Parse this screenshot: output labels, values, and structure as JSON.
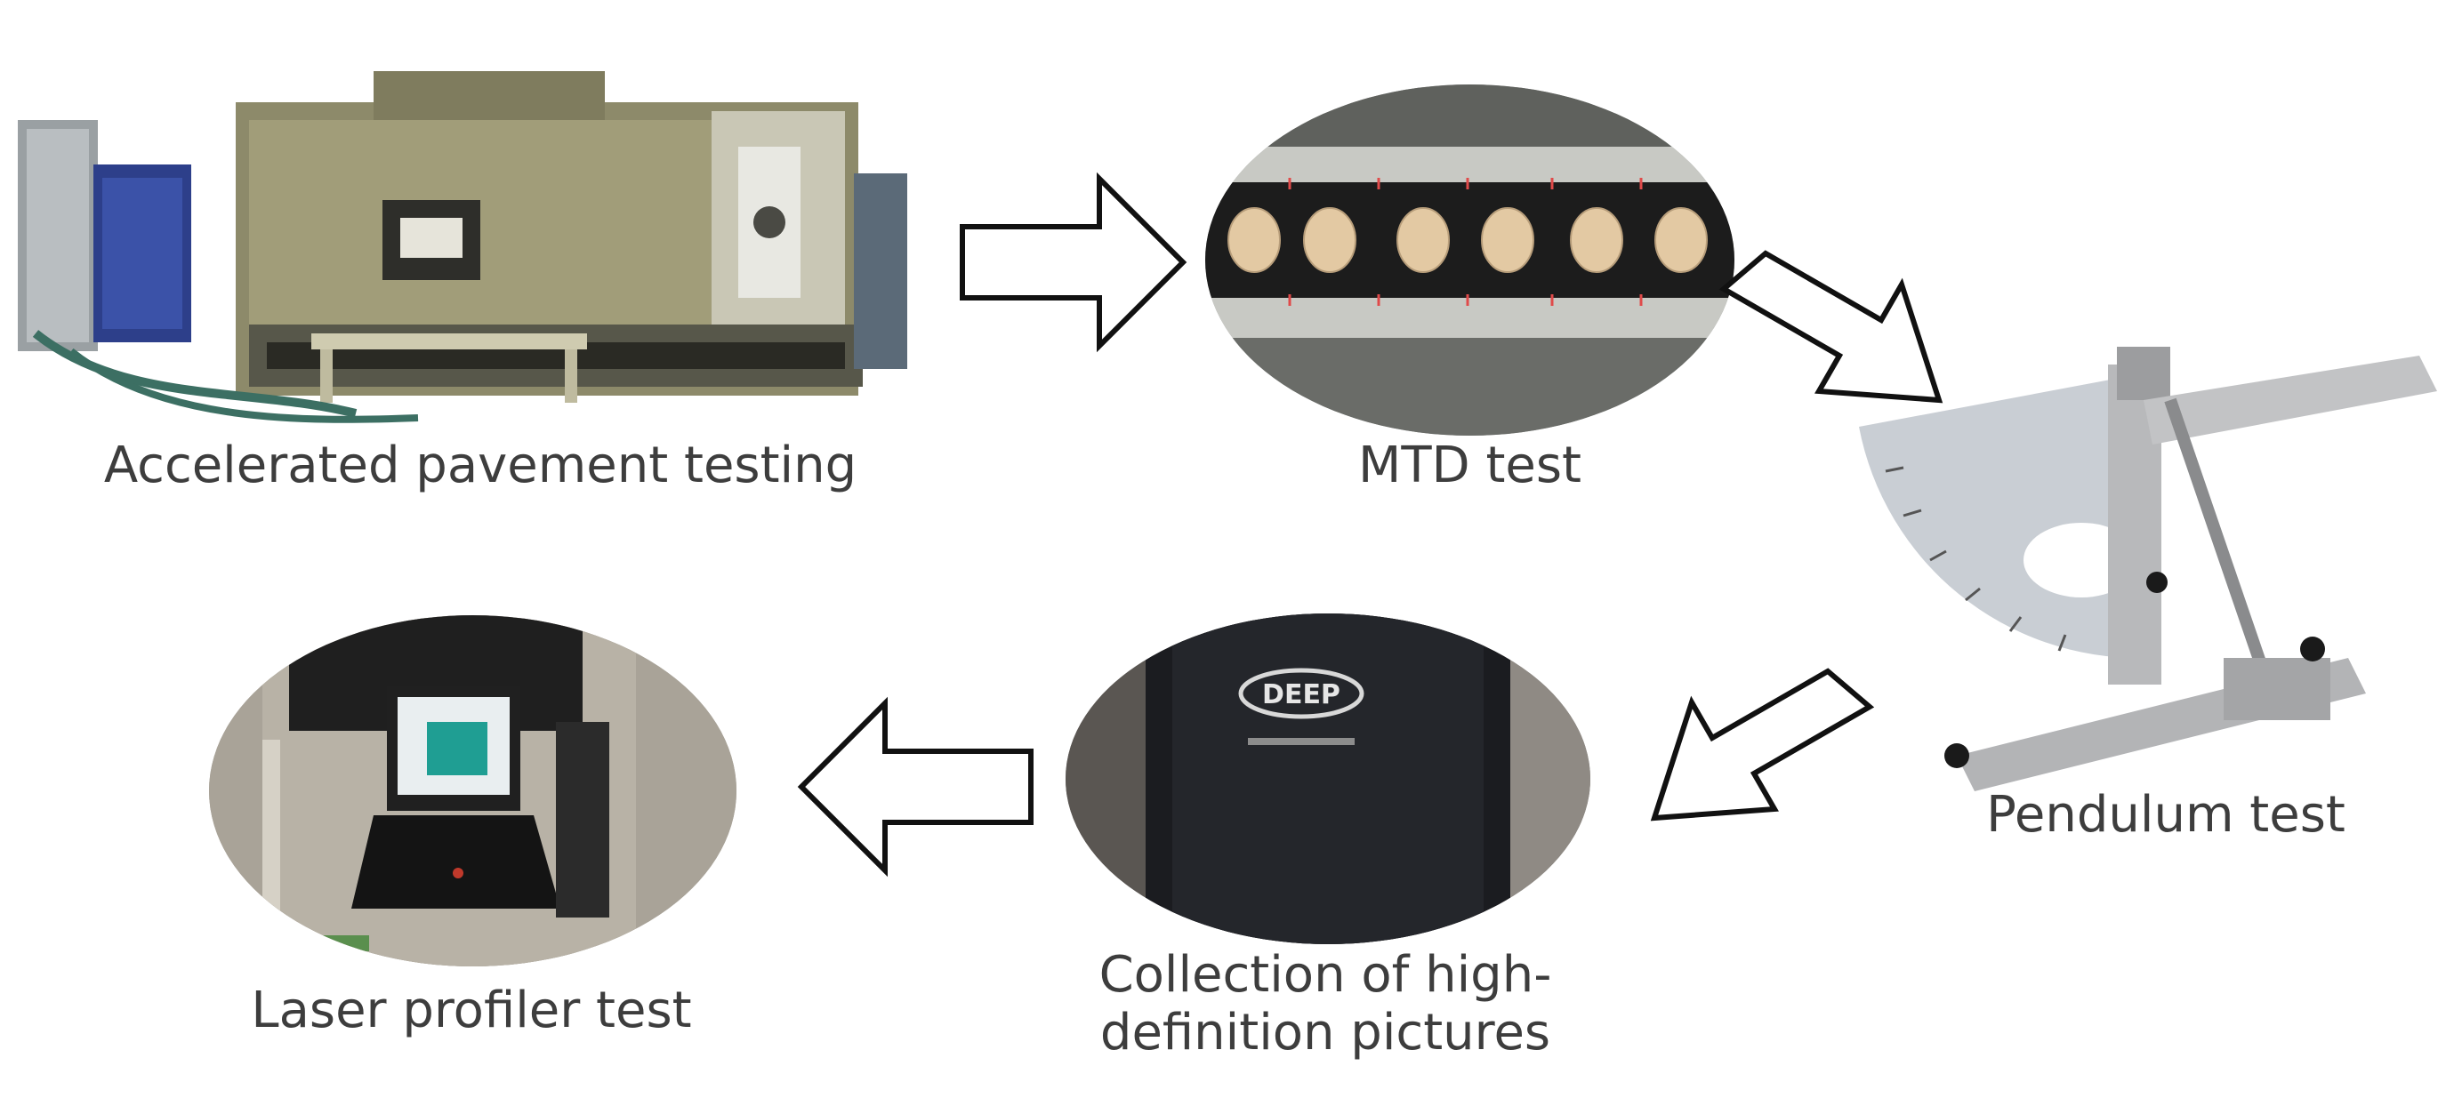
{
  "steps": {
    "apt": {
      "label": "Accelerated pavement testing"
    },
    "mtd": {
      "label": "MTD test"
    },
    "pendulum": {
      "label": "Pendulum test"
    },
    "pictures": {
      "label_line1": "Collection of high-",
      "label_line2": "definition pictures"
    },
    "laser": {
      "label": "Laser profiler test"
    }
  },
  "photo_text": {
    "deep_logo": "DEEP"
  },
  "colors": {
    "caption": "#3d3d3d",
    "arrow_stroke": "#111111",
    "arrow_fill": "#ffffff"
  }
}
